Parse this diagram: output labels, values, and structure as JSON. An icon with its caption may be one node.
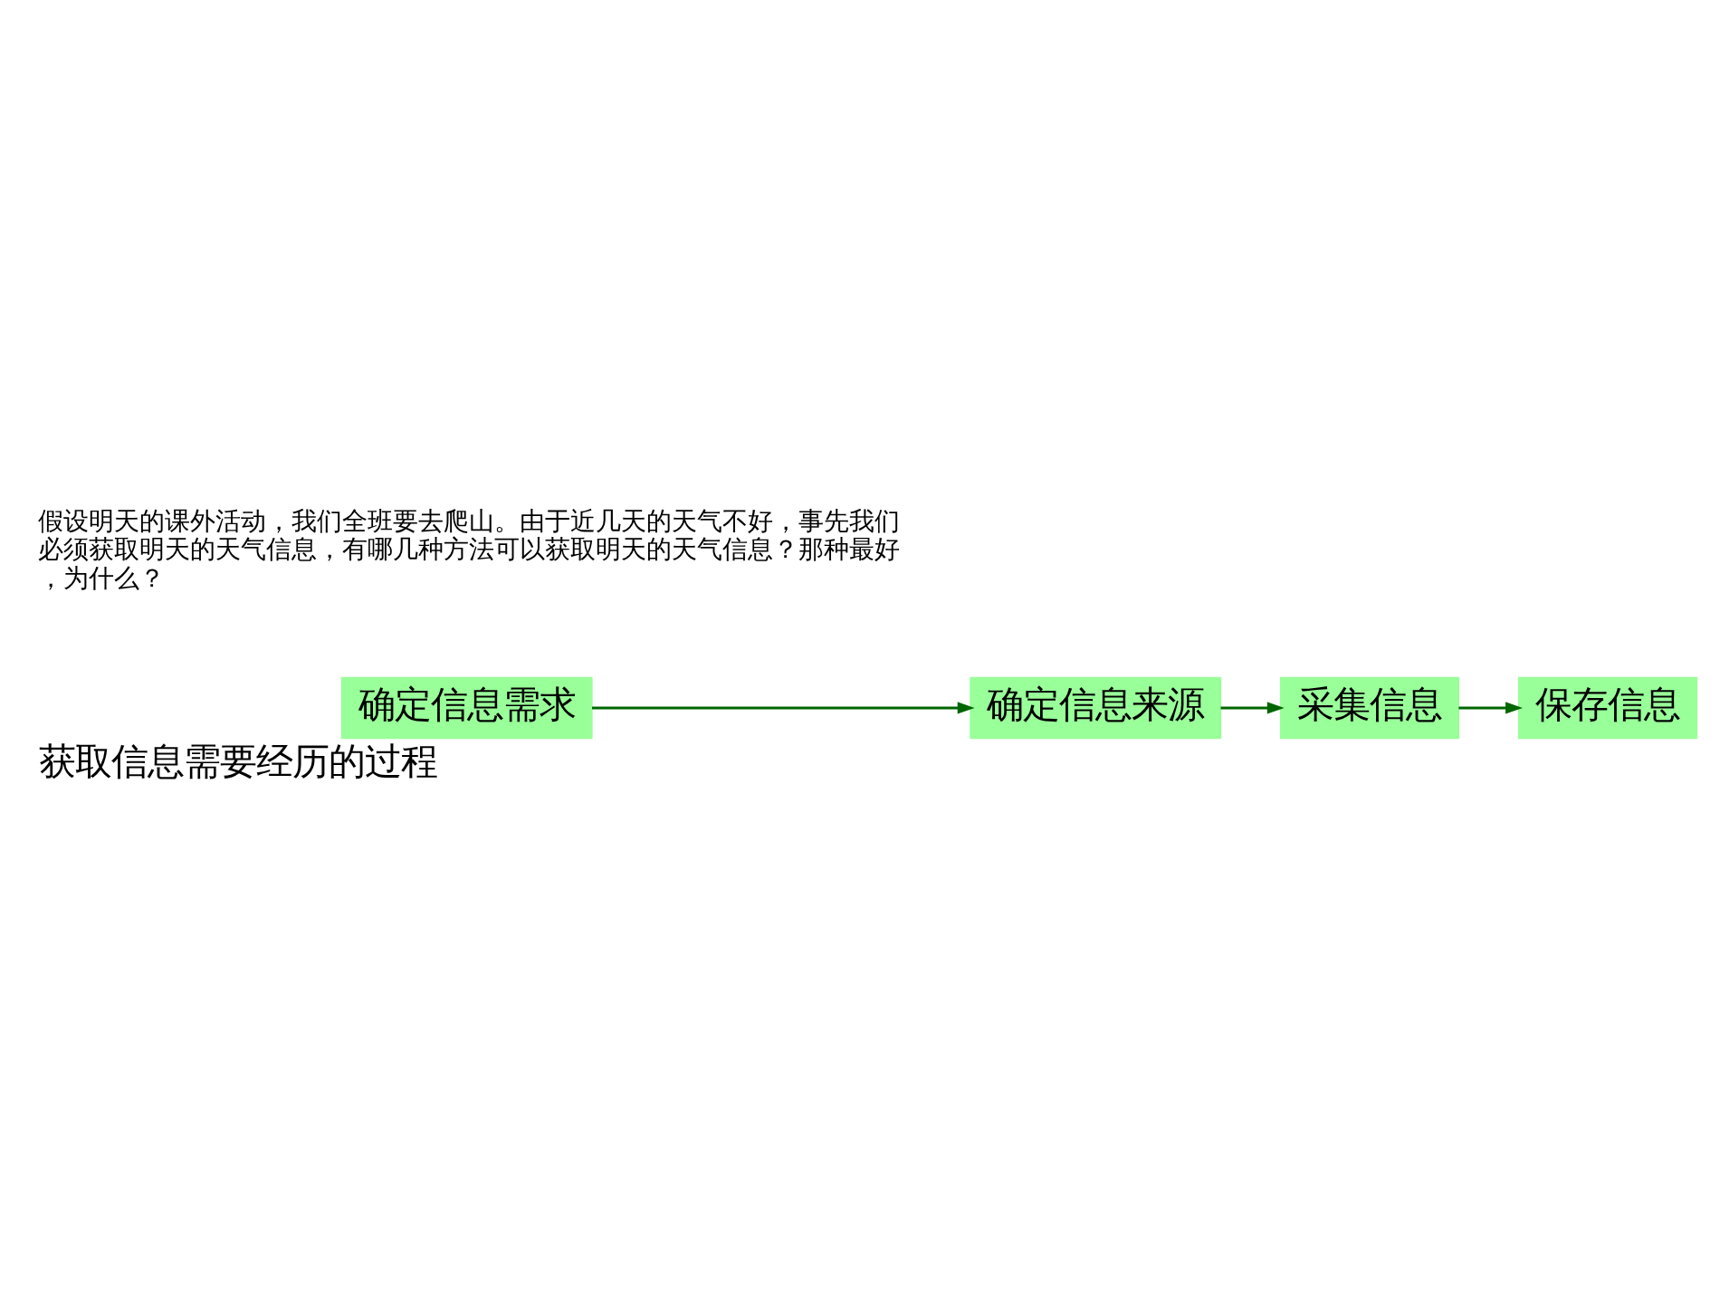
{
  "diagram": {
    "title": "获取信息需要经历的过程",
    "nodes": [
      {
        "text": [
          "确定信息需求"
        ]
      },
      {
        "text": [
          "确定信息来源"
        ]
      },
      {
        "text": [
          "采集信息"
        ]
      },
      {
        "text": [
          "保存信息"
        ]
      }
    ],
    "edges": [
      {
        "from": 0,
        "to": 1,
        "arrow": "to"
      },
      {
        "from": 1,
        "to": 2,
        "arrow": "to"
      },
      {
        "from": 2,
        "to": 3,
        "arrow": "to"
      }
    ],
    "labels": [
      "假设明天的课外活动，我们全班要去爬山。由于近几天的天气不好，事先我们必须获取明天的天气信息，有哪几种方法可以获取明天的天气信息？那种最好，为什么？"
    ]
  }
}
